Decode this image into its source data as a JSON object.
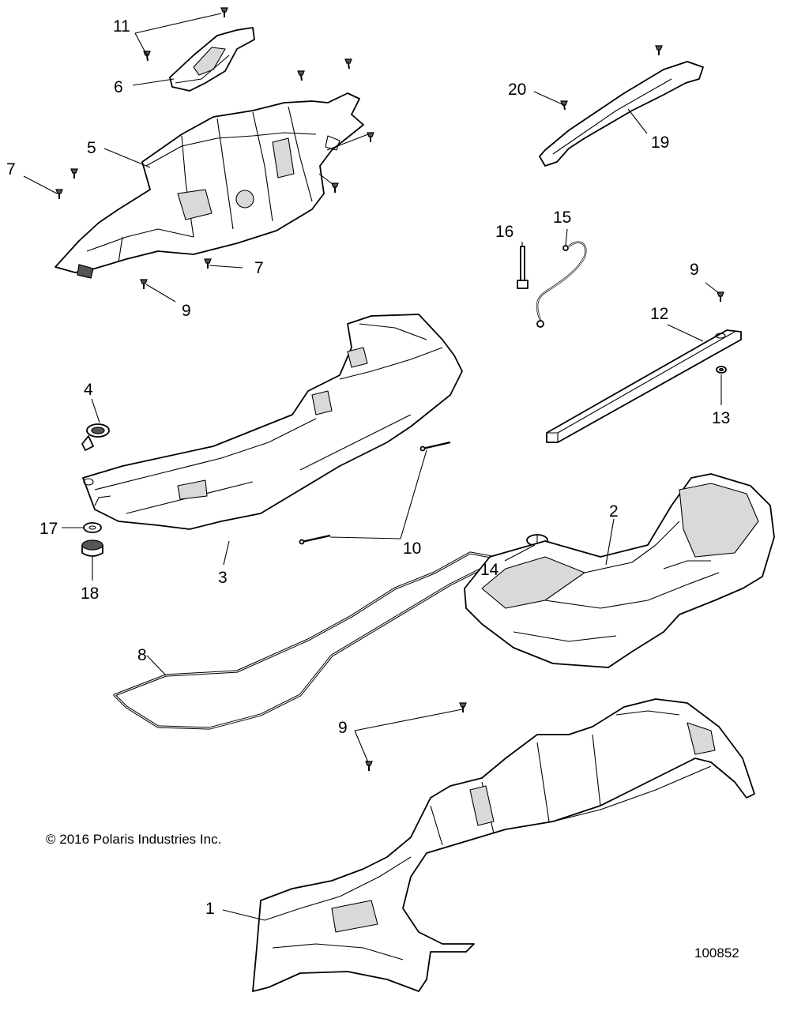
{
  "diagram": {
    "callouts": [
      "1",
      "2",
      "3",
      "4",
      "5",
      "6",
      "7",
      "7",
      "8",
      "9",
      "9",
      "9",
      "10",
      "11",
      "12",
      "13",
      "14",
      "15",
      "16",
      "17",
      "18",
      "19",
      "20"
    ],
    "copyright": "© 2016 Polaris Industries Inc.",
    "figure_number": "100852"
  }
}
